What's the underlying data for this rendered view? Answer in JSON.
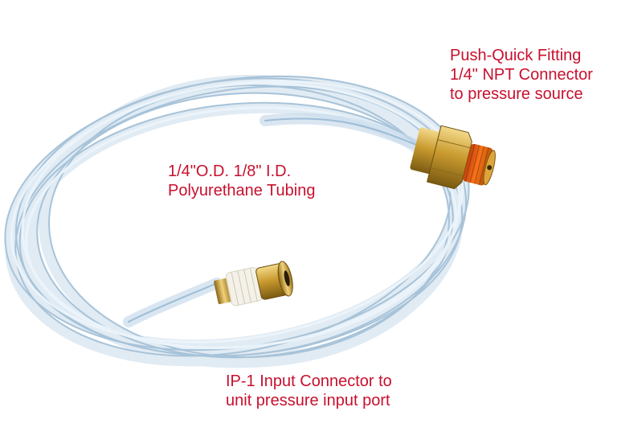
{
  "image": {
    "subject": "coiled-clear-tubing-with-brass-fittings",
    "text_color": "#c8102e",
    "background": "#ffffff"
  },
  "callouts": {
    "fitting": {
      "line1": "Push-Quick Fitting",
      "line2": "1/4\" NPT Connector",
      "line3": "to pressure source"
    },
    "tubing": {
      "line1": "1/4\"O.D. 1/8\" I.D.",
      "line2": "Polyurethane Tubing"
    },
    "input": {
      "line1": "IP-1 Input Connector to",
      "line2": "unit pressure input port"
    }
  }
}
